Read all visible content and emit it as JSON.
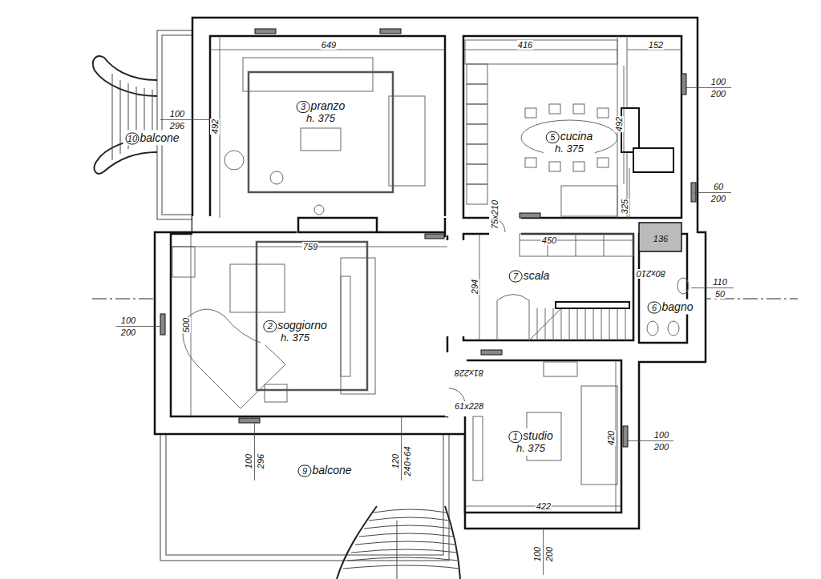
{
  "diagram": {
    "nodes": [
      {
        "text": [
          "10",
          "balcone"
        ]
      },
      {
        "text": [
          "3",
          "pranzo",
          "h. 375"
        ]
      },
      {
        "text": [
          "5",
          "cucina",
          "h. 375"
        ]
      },
      {
        "text": [
          "7",
          "scala"
        ]
      },
      {
        "text": [
          "6",
          "bagno"
        ]
      },
      {
        "text": [
          "2",
          "soggiorno",
          "h. 375"
        ]
      },
      {
        "text": [
          "1",
          "studio",
          "h. 375"
        ]
      },
      {
        "text": [
          "9",
          "balcone"
        ]
      }
    ],
    "labels": [
      "649",
      "492",
      "416",
      "492",
      "152",
      "100",
      "200",
      "60",
      "200",
      "325",
      "75x210",
      "450",
      "136",
      "80x210",
      "110",
      "50",
      "294",
      "759",
      "100",
      "200",
      "500",
      "81x228",
      "61x228",
      "420",
      "100",
      "200",
      "422",
      "100",
      "296",
      "120",
      "240+64",
      "100",
      "200",
      "100",
      "296"
    ]
  }
}
